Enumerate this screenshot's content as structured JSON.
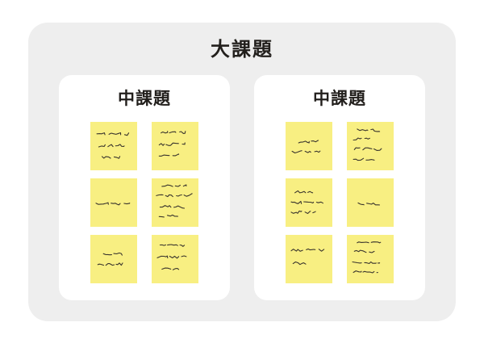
{
  "board": {
    "title": "大課題",
    "groups": [
      {
        "title": "中課題",
        "notes": [
          {
            "lines": [
              {
                "x": 0.14,
                "y": 0.25,
                "w": 0.68
              },
              {
                "x": 0.18,
                "y": 0.5,
                "w": 0.55
              },
              {
                "x": 0.25,
                "y": 0.73,
                "w": 0.42
              }
            ]
          },
          {
            "lines": [
              {
                "x": 0.2,
                "y": 0.22,
                "w": 0.52
              },
              {
                "x": 0.16,
                "y": 0.47,
                "w": 0.55
              },
              {
                "x": 0.16,
                "y": 0.7,
                "w": 0.42
              }
            ]
          },
          {
            "lines": [
              {
                "x": 0.12,
                "y": 0.52,
                "w": 0.72
              }
            ]
          },
          {
            "lines": [
              {
                "x": 0.22,
                "y": 0.16,
                "w": 0.52
              },
              {
                "x": 0.1,
                "y": 0.36,
                "w": 0.78
              },
              {
                "x": 0.18,
                "y": 0.58,
                "w": 0.52
              },
              {
                "x": 0.16,
                "y": 0.78,
                "w": 0.48
              }
            ]
          },
          {
            "lines": [
              {
                "x": 0.28,
                "y": 0.38,
                "w": 0.4
              },
              {
                "x": 0.16,
                "y": 0.62,
                "w": 0.56
              }
            ]
          },
          {
            "lines": [
              {
                "x": 0.18,
                "y": 0.22,
                "w": 0.52
              },
              {
                "x": 0.12,
                "y": 0.46,
                "w": 0.62
              },
              {
                "x": 0.22,
                "y": 0.7,
                "w": 0.36
              }
            ]
          }
        ]
      },
      {
        "title": "中課題",
        "notes": [
          {
            "lines": [
              {
                "x": 0.28,
                "y": 0.42,
                "w": 0.42
              },
              {
                "x": 0.14,
                "y": 0.62,
                "w": 0.6
              }
            ]
          },
          {
            "lines": [
              {
                "x": 0.22,
                "y": 0.16,
                "w": 0.55
              },
              {
                "x": 0.14,
                "y": 0.36,
                "w": 0.35
              },
              {
                "x": 0.16,
                "y": 0.56,
                "w": 0.58
              },
              {
                "x": 0.14,
                "y": 0.77,
                "w": 0.45
              }
            ]
          },
          {
            "lines": [
              {
                "x": 0.2,
                "y": 0.28,
                "w": 0.38
              },
              {
                "x": 0.12,
                "y": 0.5,
                "w": 0.68
              },
              {
                "x": 0.12,
                "y": 0.7,
                "w": 0.52
              }
            ]
          },
          {
            "lines": [
              {
                "x": 0.24,
                "y": 0.52,
                "w": 0.48
              }
            ]
          },
          {
            "lines": [
              {
                "x": 0.12,
                "y": 0.32,
                "w": 0.7
              },
              {
                "x": 0.16,
                "y": 0.58,
                "w": 0.32
              }
            ]
          },
          {
            "lines": [
              {
                "x": 0.22,
                "y": 0.15,
                "w": 0.5
              },
              {
                "x": 0.16,
                "y": 0.34,
                "w": 0.48
              },
              {
                "x": 0.12,
                "y": 0.56,
                "w": 0.58
              },
              {
                "x": 0.14,
                "y": 0.77,
                "w": 0.52
              }
            ]
          }
        ]
      }
    ]
  },
  "colors": {
    "page_bg": "#ffffff",
    "board_bg": "#eeeeee",
    "panel_bg": "#ffffff",
    "note_bg": "#f8ef82",
    "ink": "#3a352d",
    "title_text": "#221f1c"
  }
}
